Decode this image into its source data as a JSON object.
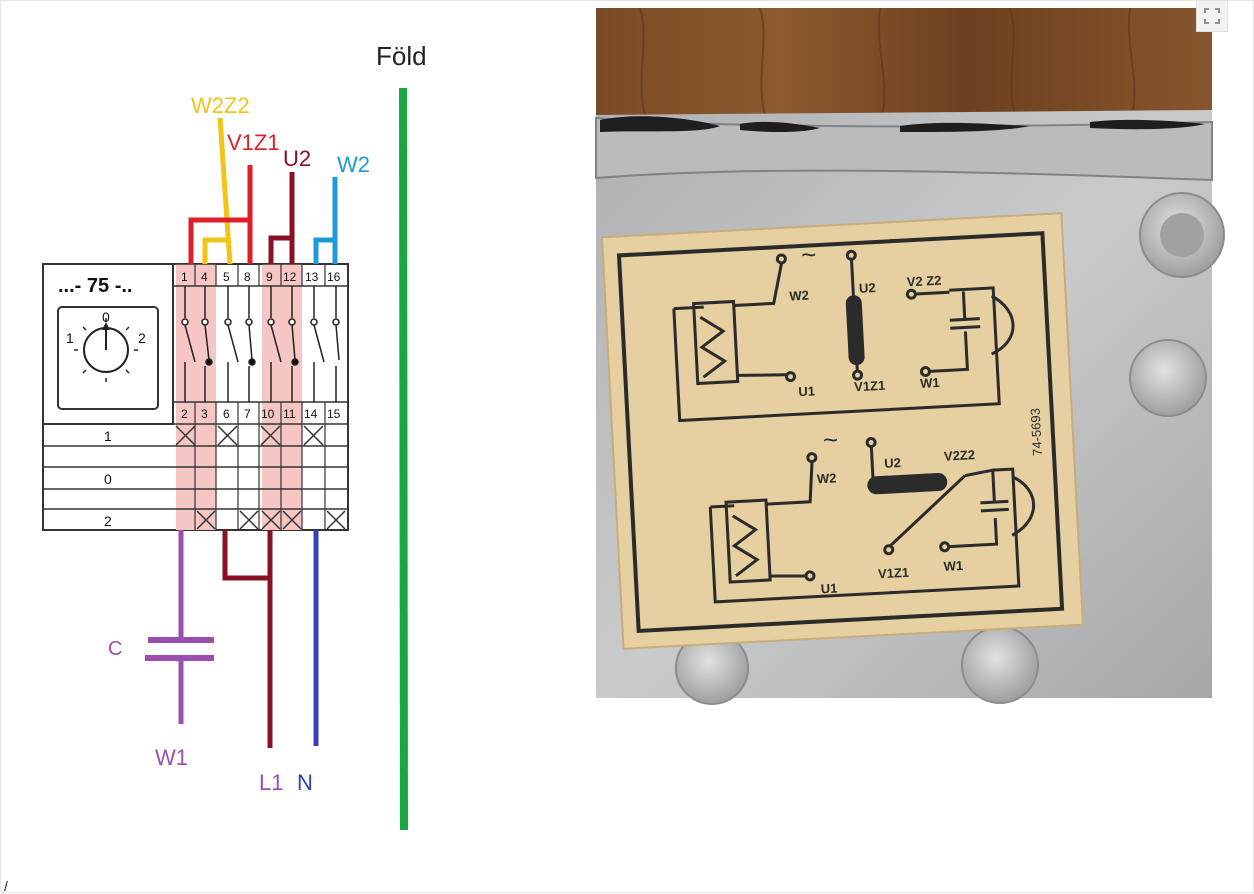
{
  "left_diagram": {
    "earth_label": "Föld",
    "switch_title": "...- 75 -..",
    "dial_labels": {
      "top": "0",
      "left": "1",
      "right": "2"
    },
    "terminal_top": [
      "1",
      "4",
      "5",
      "8",
      "9",
      "12",
      "13",
      "16"
    ],
    "terminal_bottom": [
      "2",
      "3",
      "6",
      "7",
      "10",
      "11",
      "14",
      "15"
    ],
    "position_rows": [
      "1",
      "0",
      "2"
    ],
    "wire_labels": {
      "w2z2": "W2Z2",
      "v1z1": "V1Z1",
      "u2": "U2",
      "w2": "W2",
      "capacitor": "C",
      "w1": "W1",
      "l1": "L1",
      "n": "N"
    },
    "colors": {
      "earth": "#1aa641",
      "w2z2": "#f2c417",
      "v1z1": "#e01e2a",
      "u2": "#8b1023",
      "w2": "#1d9bd7",
      "capacitor": "#9a4fae",
      "l1": "#8b1023",
      "n": "#3540b8",
      "highlight": "#f5c6c4"
    }
  },
  "photo": {
    "plate_code": "74-5693",
    "upper_diagram": {
      "tilde": "~",
      "labels": {
        "w2": "W2",
        "u2": "U2",
        "v2z2": "V2 Z2",
        "u1": "U1",
        "v1z1": "V1Z1",
        "w1": "W1"
      }
    },
    "lower_diagram": {
      "tilde": "~",
      "labels": {
        "w2": "W2",
        "u2": "U2",
        "v2z2": "V2Z2",
        "u1": "U1",
        "v1z1": "V1Z1",
        "w1": "W1"
      }
    }
  },
  "ui": {
    "expand_icon": "expand-icon",
    "caption": "/",
    "expand_title": "Nagyítás"
  }
}
